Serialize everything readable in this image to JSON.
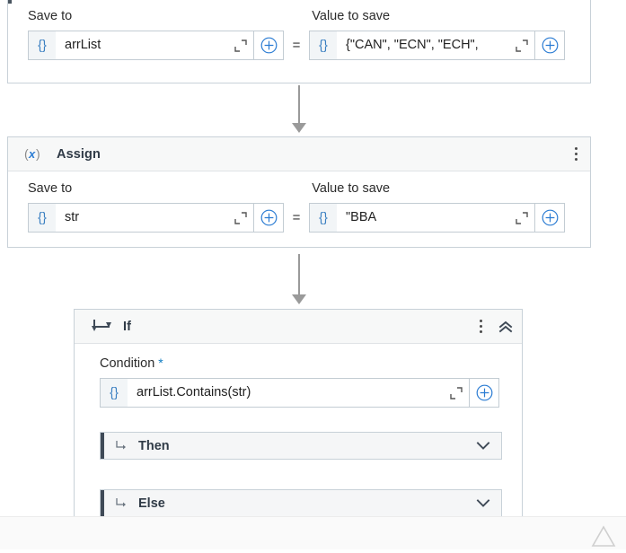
{
  "app": {
    "canvas_background": "#ffffff",
    "accent_color": "#3a7fc1",
    "card_border_color": "#c8d1d8",
    "header_background": "#f7f8f8",
    "branch_accent_color": "#3f4a57",
    "connector_color": "#9a9a9a"
  },
  "cards": [
    {
      "id": "assign-top",
      "title": "",
      "icon": "assign-variable-icon",
      "header_visible": false,
      "menu_icon": "kebab-menu-icon",
      "fields": {
        "save_to": {
          "label": "Save to",
          "brace": "{}",
          "value": "arrList",
          "expand_icon": "expand-editor-icon",
          "plus_icon": "add-plus-icon"
        },
        "operator": "=",
        "value_to_save": {
          "label": "Value to save",
          "brace": "{}",
          "value": "{\"CAN\", \"ECN\", \"ECH\", ",
          "expand_icon": "expand-editor-icon",
          "plus_icon": "add-plus-icon"
        }
      }
    },
    {
      "id": "assign-mid",
      "title": "Assign",
      "icon": "assign-variable-icon",
      "icon_glyph": "(x)",
      "header_visible": true,
      "menu_icon": "kebab-menu-icon",
      "fields": {
        "save_to": {
          "label": "Save to",
          "brace": "{}",
          "value": "str",
          "expand_icon": "expand-editor-icon",
          "plus_icon": "add-plus-icon"
        },
        "operator": "=",
        "value_to_save": {
          "label": "Value to save",
          "brace": "{}",
          "value": "\"BBA",
          "expand_icon": "expand-editor-icon",
          "plus_icon": "add-plus-icon"
        }
      }
    },
    {
      "id": "if-card",
      "title": "If",
      "icon": "branch-flow-icon",
      "header_visible": true,
      "menu_icon": "kebab-menu-icon",
      "collapse_icon": "double-chevron-up-icon",
      "condition": {
        "label": "Condition",
        "required_marker": "*",
        "brace": "{}",
        "value": "arrList.Contains(str)",
        "expand_icon": "expand-editor-icon",
        "plus_icon": "add-plus-icon"
      },
      "branches": [
        {
          "label": "Then",
          "icon": "branch-arrow-icon",
          "chevron_icon": "chevron-down-icon"
        },
        {
          "label": "Else",
          "icon": "branch-arrow-icon",
          "chevron_icon": "chevron-down-icon"
        }
      ]
    }
  ],
  "connectors": [
    {
      "from": "assign-top",
      "to": "assign-mid",
      "arrow_icon": "arrow-down-icon"
    },
    {
      "from": "assign-mid",
      "to": "if-card",
      "arrow_icon": "arrow-down-icon"
    }
  ],
  "statusbar": {
    "warning_icon": "warning-triangle-icon"
  }
}
